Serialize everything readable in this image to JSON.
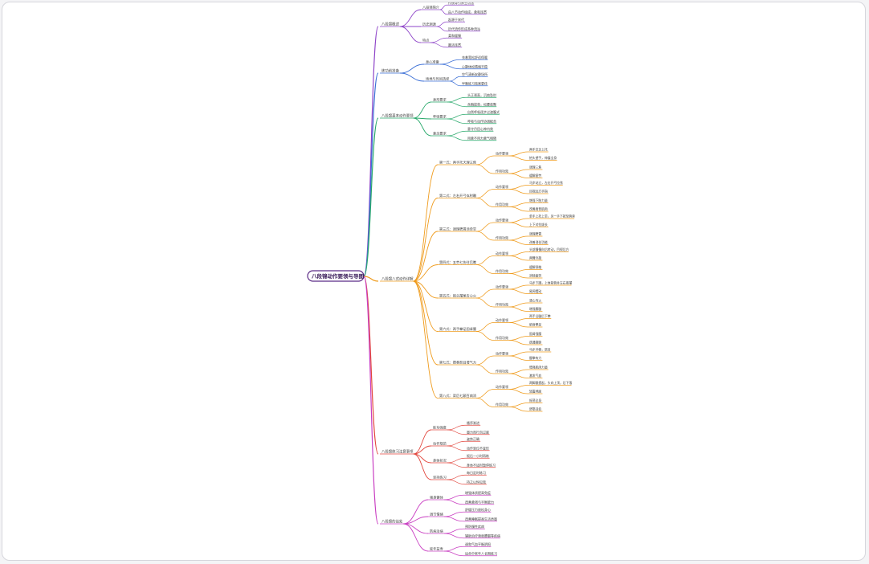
{
  "colors": {
    "background": "#ffffff",
    "root_border": "#5b2a86",
    "branch_purple": "#8e44c8",
    "branch_blue": "#3b6fd6",
    "branch_green": "#27a86a",
    "branch_orange": "#ef9b1c",
    "branch_red": "#e2453c",
    "branch_magenta": "#c93fc2"
  },
  "root": "八段锦动作要领与导图",
  "branches": [
    {
      "label": "八段锦概述",
      "color": "#8e44c8",
      "children": [
        {
          "label": "八段锦简介",
          "children": [
            "传统导引养生功法",
            "由八节动作组成，柔和连贯"
          ]
        },
        {
          "label": "历史渊源",
          "children": [
            "起源于宋代",
            "历代流传形成多种流派"
          ]
        },
        {
          "label": "特点",
          "children": [
            "柔和缓慢",
            "圆活连贯"
          ]
        }
      ]
    },
    {
      "label": "练功前准备",
      "color": "#3b6fd6",
      "children": [
        {
          "label": "身心准备",
          "children": [
            "衣着宽松舒适保暖",
            "心静体松情绪平稳"
          ]
        },
        {
          "label": "场地与时间选择",
          "children": [
            "空气清新安静场所",
            "早晚练习效果更佳"
          ]
        }
      ]
    },
    {
      "label": "八段锦基本动作要领",
      "color": "#27a86a",
      "children": [
        {
          "label": "身形要求",
          "children": [
            "头正颈直，沉肩坠肘",
            "含胸拔背，松腰敛臀"
          ]
        },
        {
          "label": "呼吸要求",
          "children": [
            "自然呼吸逐步过渡腹式",
            "呼吸与动作协调配合"
          ]
        },
        {
          "label": "意念要求",
          "children": [
            "意守丹田心神内敛",
            "用意不用力意气相随"
          ]
        }
      ]
    },
    {
      "label": "八段锦八式动作详解",
      "color": "#ef9b1c",
      "children": [
        {
          "label": "第一式：两手托天理三焦",
          "groups": [
            {
              "label": "动作要领",
              "items": [
                "两手交叉上托",
                "抬头望手，伸展全身"
              ]
            },
            {
              "label": "作用功效",
              "items": [
                "调理三焦",
                "缓解疲劳"
              ]
            }
          ]
        },
        {
          "label": "第二式：左右开弓似射雕",
          "groups": [
            {
              "label": "动作要领",
              "items": [
                "马步站立，左右开弓拉弦",
                "目视远方手指"
              ]
            },
            {
              "label": "作用功效",
              "items": [
                "增强下肢力量",
                "改善肩背肌肉"
              ]
            }
          ]
        },
        {
          "label": "第三式：调理脾胃须单举",
          "groups": [
            {
              "label": "动作要领",
              "items": [
                "单手上托上举，另一手下按至胯旁",
                "上下对拉拔长"
              ]
            },
            {
              "label": "作用功效",
              "items": [
                "调理脾胃",
                "改善消化功能"
              ]
            }
          ]
        },
        {
          "label": "第四式：五劳七伤往后瞧",
          "groups": [
            {
              "label": "动作要领",
              "items": [
                "头部慢慢向后转动，目视后方",
                "两臂外旋"
              ]
            },
            {
              "label": "作用功效",
              "items": [
                "缓解颈椎",
                "消除疲劳"
              ]
            }
          ]
        },
        {
          "label": "第五式：摇头摆尾去心火",
          "groups": [
            {
              "label": "动作要领",
              "items": [
                "马步下蹲，上体前俯并左右摇摆",
                "尾闾摆动"
              ]
            },
            {
              "label": "作用功效",
              "items": [
                "清心泻火",
                "增强腰腿"
              ]
            }
          ]
        },
        {
          "label": "第六式：两手攀足固肾腰",
          "groups": [
            {
              "label": "动作要领",
              "items": [
                "两手沿腿后下攀",
                "俯身攀足"
              ]
            },
            {
              "label": "作用功效",
              "items": [
                "固肾强腰",
                "疏通督脉"
              ]
            }
          ]
        },
        {
          "label": "第七式：攒拳怒目增气力",
          "groups": [
            {
              "label": "动作要领",
              "items": [
                "马步冲拳，怒目",
                "握拳有力"
              ]
            },
            {
              "label": "作用功效",
              "items": [
                "增强肌肉力量",
                "激发气血"
              ]
            }
          ]
        },
        {
          "label": "第八式：背后七颠百病消",
          "groups": [
            {
              "label": "动作要领",
              "items": [
                "两脚跟提起，头向上顶，后下落",
                "轻震地面"
              ]
            },
            {
              "label": "作用功效",
              "items": [
                "振荡全身",
                "舒筋活血"
              ]
            }
          ]
        }
      ]
    },
    {
      "label": "八段锦练习注意事项",
      "color": "#e2453c",
      "children": [
        {
          "label": "练功强度",
          "children": [
            "循序渐进",
            "量力而行勿过度"
          ]
        },
        {
          "label": "动作规范",
          "children": [
            "姿势正确",
            "动作到位不变形"
          ]
        },
        {
          "label": "身体状况",
          "children": [
            "饭后一小时再练",
            "身体不适时暂停练习"
          ]
        },
        {
          "label": "坚持练习",
          "children": [
            "每日定时练习",
            "持之以恒见效"
          ]
        }
      ]
    },
    {
      "label": "八段锦的益处",
      "color": "#c93fc2",
      "children": [
        {
          "label": "强身健体",
          "children": [
            "增强体质提高免疫",
            "改善柔韧与平衡能力"
          ]
        },
        {
          "label": "调节情绪",
          "children": [
            "舒缓压力放松身心",
            "改善睡眠提高生活质量"
          ]
        },
        {
          "label": "防病治病",
          "children": [
            "预防慢性疾病",
            "辅助治疗颈肩腰腿等疾病"
          ]
        },
        {
          "label": "延年益寿",
          "children": [
            "调和气血平衡阴阳",
            "适合中老年人长期练习"
          ]
        }
      ]
    }
  ]
}
